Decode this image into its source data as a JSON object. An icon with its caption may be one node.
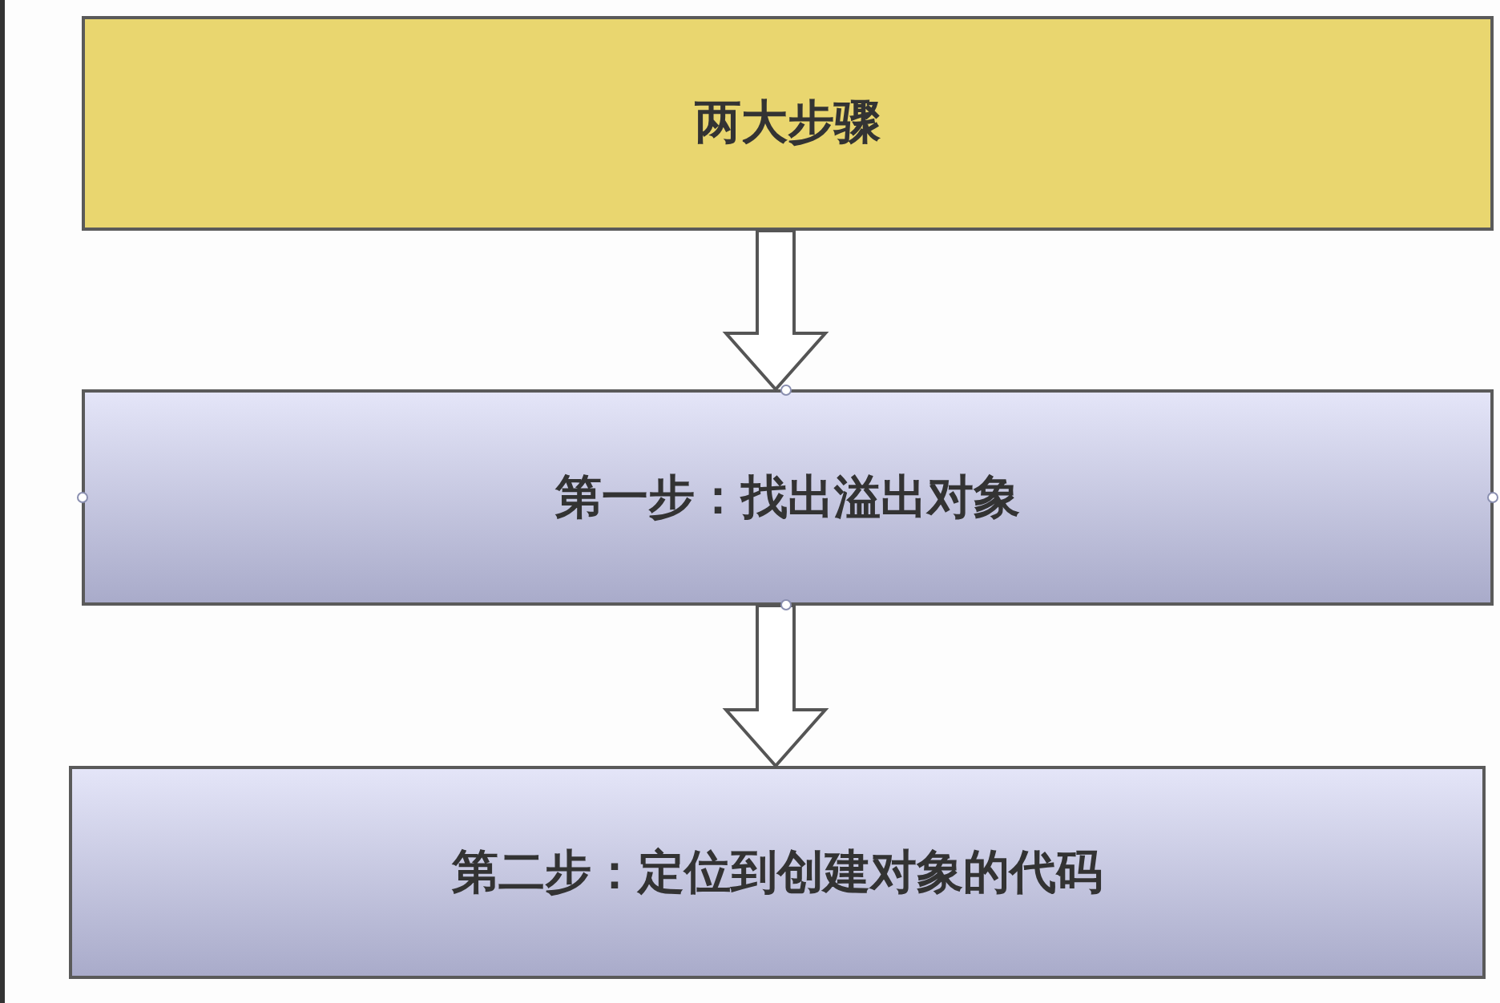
{
  "diagram": {
    "nodes": [
      {
        "text": [
          "两大步骤"
        ]
      },
      {
        "text": [
          "第一步：找出溢出对象"
        ]
      },
      {
        "text": [
          "第二步：定位到创建对象的代码"
        ]
      }
    ],
    "edges": [
      {
        "from": 0,
        "to": 1,
        "arrow": "to"
      },
      {
        "from": 1,
        "to": 2,
        "arrow": "to"
      }
    ]
  }
}
